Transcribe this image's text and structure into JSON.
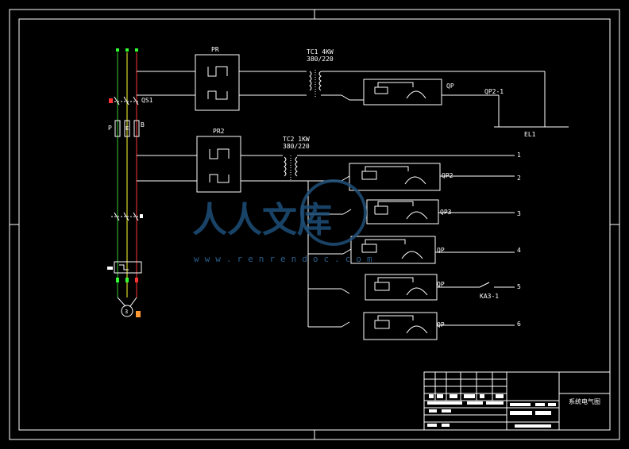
{
  "diagram": {
    "labels": {
      "pr": "PR",
      "pr2": "PR2",
      "tc1_rating": "TC1  4KW",
      "tc1_ratio": "380/220",
      "tc2_rating": "TC2  1KW",
      "tc2_ratio": "380/220",
      "qp": "QP",
      "qp2_1": "QP2-1",
      "el1": "EL1",
      "qs1": "QS1",
      "p": "P",
      "e": "E",
      "b": "B",
      "motor": "3",
      "qp2": "QP2",
      "qp3": "QP3",
      "qp_4": "QP",
      "qp_5": "QP",
      "qp_6": "QP",
      "ka3_1": "KA3-1"
    },
    "outputs": [
      "1",
      "2",
      "3",
      "4",
      "5",
      "6"
    ],
    "watermark": {
      "text": "人人文库",
      "url": "www.renrendoc.com"
    },
    "title_block": {
      "drawing_name": "系统电气图"
    }
  }
}
